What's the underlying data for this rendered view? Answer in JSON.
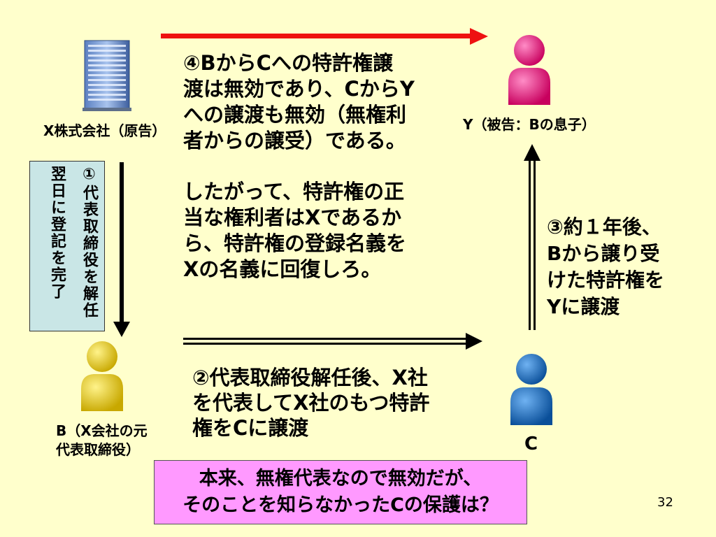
{
  "top_text": {
    "line1": "④BからCへの特許権譲",
    "line2": "渡は無効であり、CからY",
    "line3": "への譲渡も無効（無権利",
    "line4": "者からの譲受）である。"
  },
  "mid_text": {
    "line1": "したがって、特許権の正",
    "line2": "当な権利者はXであるか",
    "line3": "ら、特許権の登録名義を",
    "line4": "Xの名義に回復しろ。"
  },
  "x_company_label": "X株式会社（原告）",
  "y_label": "Y（被告：Bの息子）",
  "vertical_note": {
    "col1": "①代表取締役を解任",
    "col2": "翌日に登記を完了"
  },
  "right_note": {
    "line1": "③約１年後、",
    "line2": "Bから譲り受",
    "line3": "けた特許権を",
    "line4": "Yに譲渡"
  },
  "bottom_note": {
    "line1": "②代表取締役解任後、X社",
    "line2": "を代表してX社のもつ特許",
    "line3": "権をCに譲渡"
  },
  "b_label": {
    "line1": "B（X会社の元",
    "line2": "代表取締役）"
  },
  "c_label": "C",
  "question_box": {
    "line1": "本来、無権代表なので無効だが、",
    "line2": "そのことを知らなかったCの保護は？"
  },
  "page_number": "32",
  "colors": {
    "background": "#ffffcc",
    "red_arrow": "#ee1111",
    "pink_person": "#e8187a",
    "yellow_person": "#e6c800",
    "blue_person": "#1166bb",
    "note_box": "#c9e6e6",
    "question_box": "#ff99ff"
  },
  "icons": [
    "office-building-icon",
    "person-icon"
  ]
}
